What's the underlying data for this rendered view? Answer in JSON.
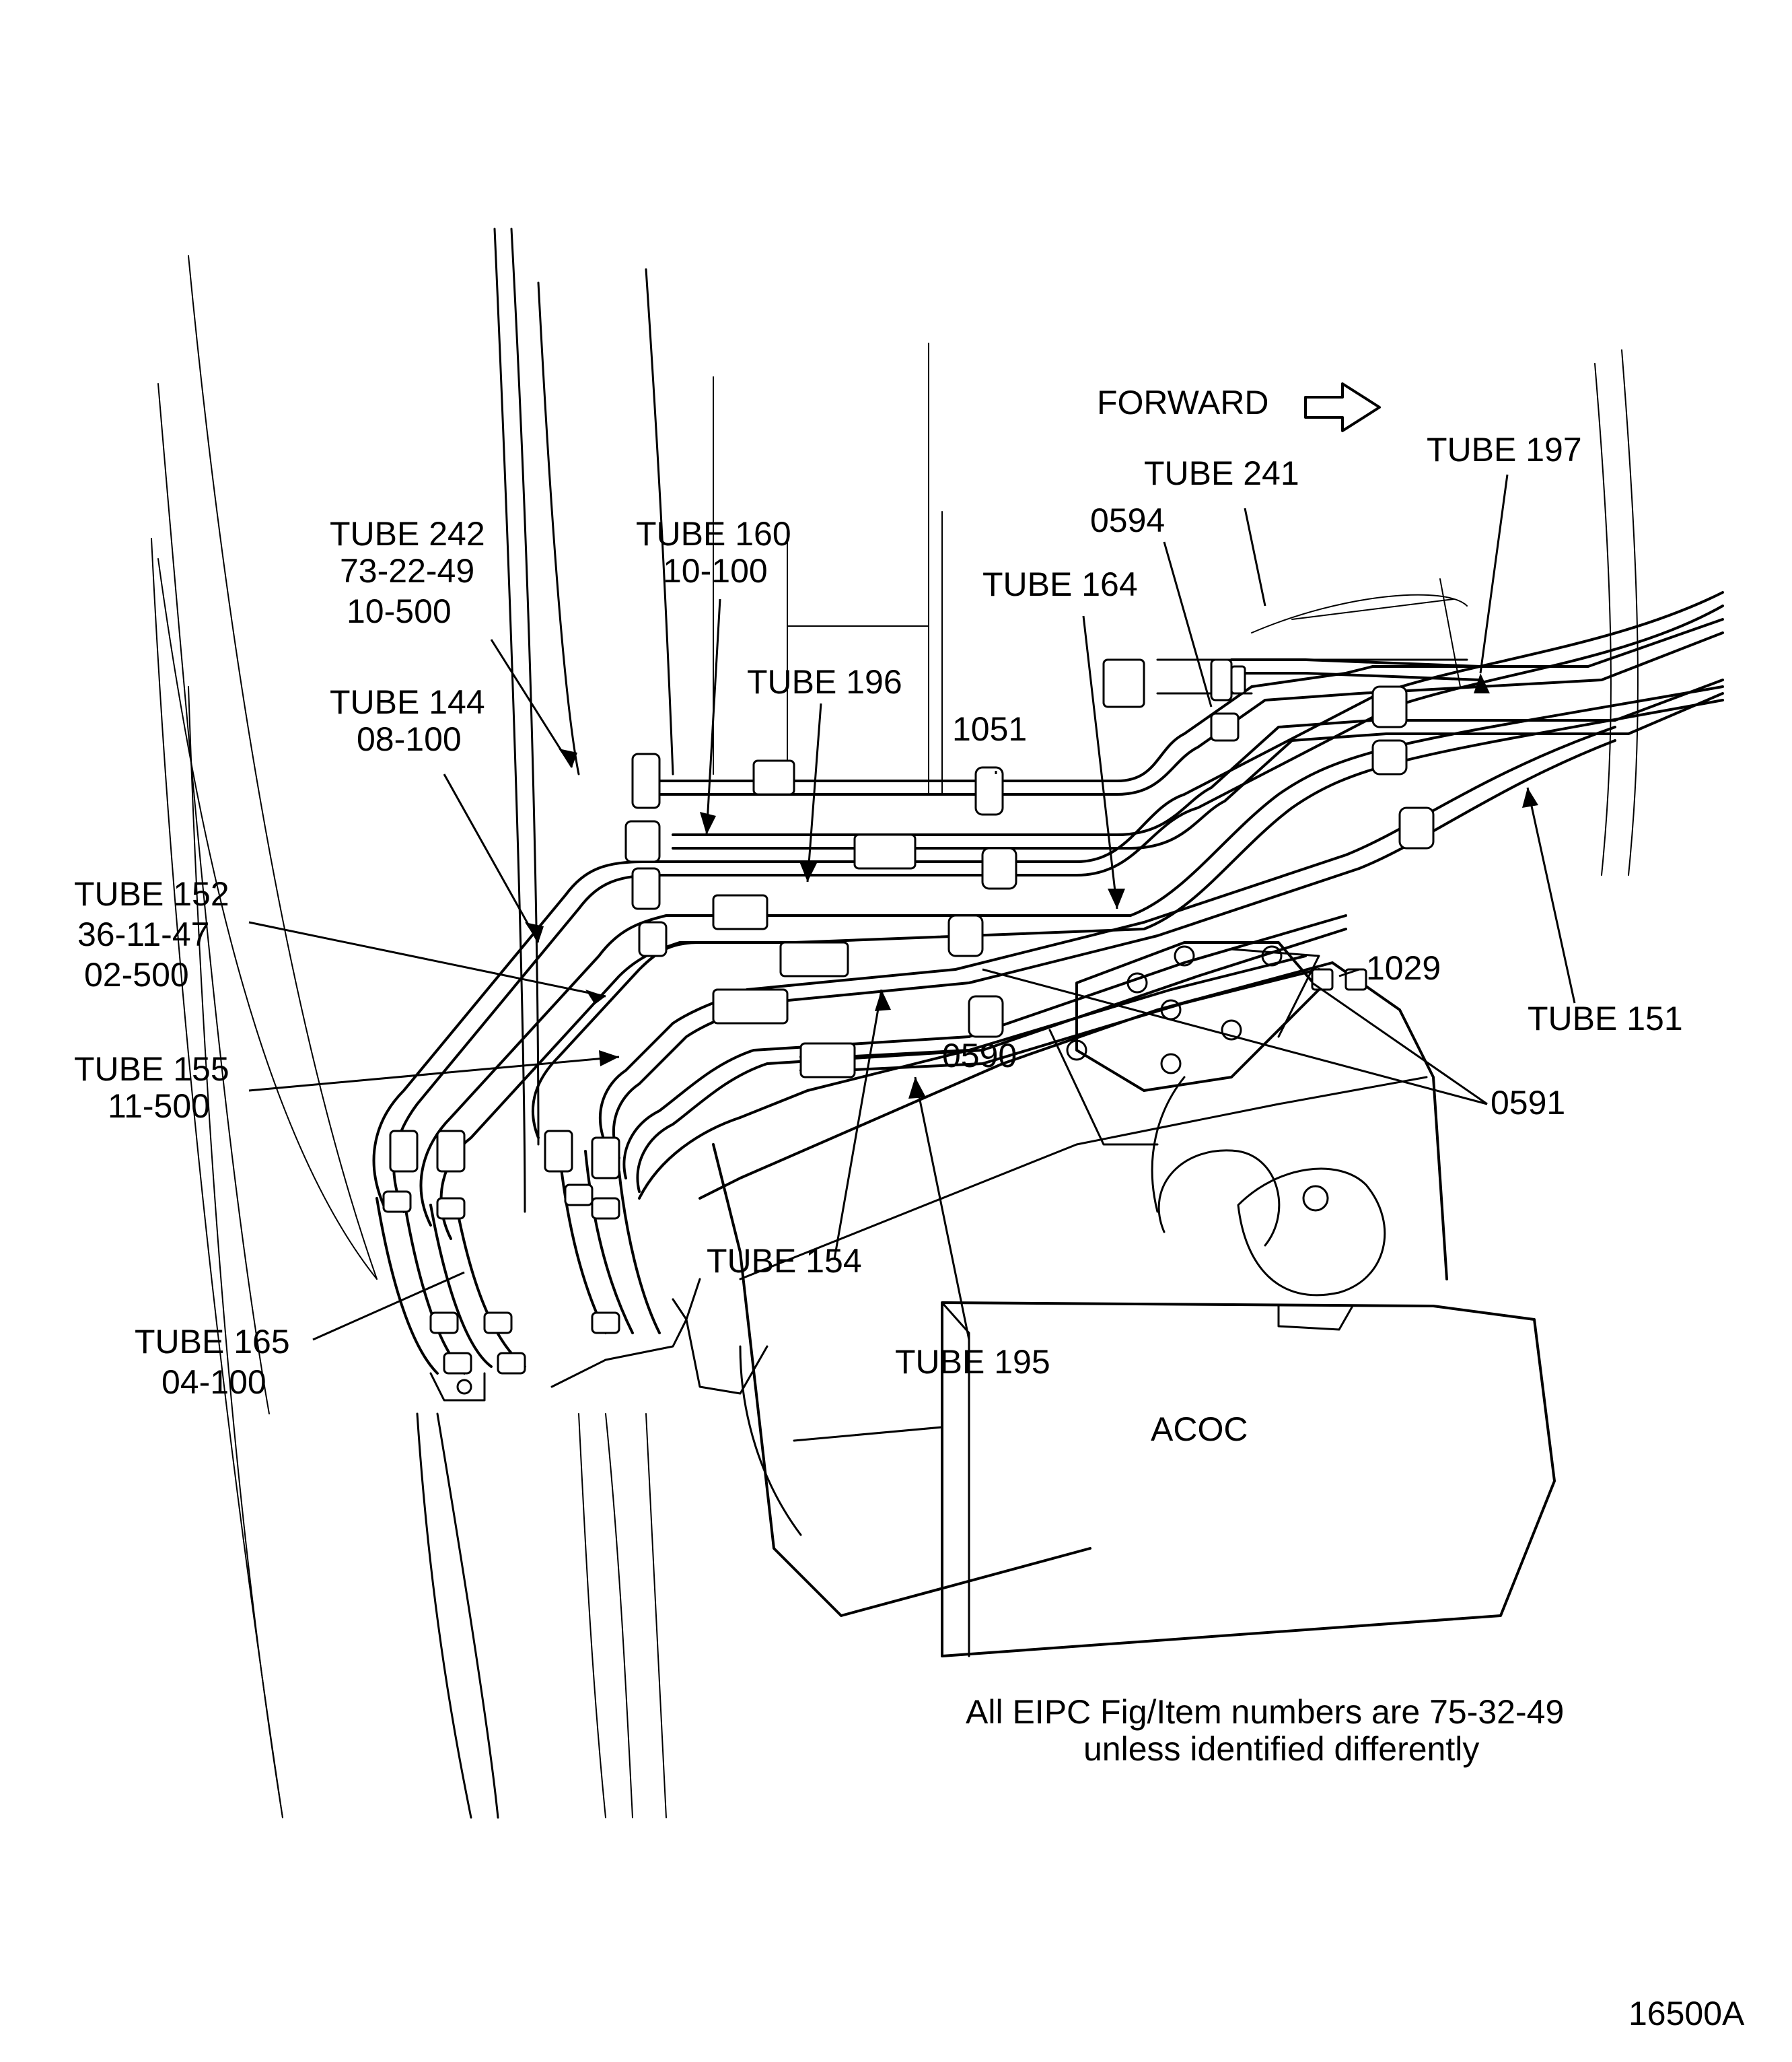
{
  "labels": {
    "forward": "FORWARD",
    "tube_241": "TUBE 241",
    "tube_197": "TUBE 197",
    "item_0594": "0594",
    "tube_164": "TUBE 164",
    "tube_242": "TUBE 242",
    "tube_242_ref1": "73-22-49",
    "tube_242_ref2": "10-500",
    "tube_160": "TUBE 160",
    "tube_160_ref": "10-100",
    "tube_196": "TUBE 196",
    "item_1051": "1051",
    "tube_144": "TUBE 144",
    "tube_144_ref": "08-100",
    "tube_152": "TUBE 152",
    "tube_152_ref1": "36-11-47",
    "tube_152_ref2": "02-500",
    "item_1029": "1029",
    "tube_151": "TUBE 151",
    "tube_155": "TUBE 155",
    "tube_155_ref": "11-500",
    "item_0590": "0590",
    "item_0591": "0591",
    "tube_154": "TUBE 154",
    "tube_165": "TUBE 165",
    "tube_165_ref": "04-100",
    "tube_195": "TUBE 195",
    "acoc": "ACOC"
  },
  "note": {
    "line1": "All EIPC Fig/Item numbers are 75-32-49",
    "line2": "unless identified differently"
  },
  "figure_id": "16500A"
}
